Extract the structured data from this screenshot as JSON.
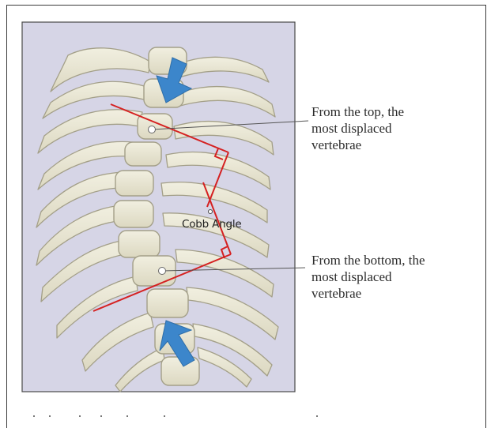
{
  "diagram": {
    "callouts": {
      "top": "From the top, the\nmost displaced\nvertebrae",
      "bottom": "From the bottom, the\nmost displaced\nvertebrae"
    },
    "angle_label": "Cobb Angle"
  },
  "colors": {
    "panel_background": "#d6d5e6",
    "bone_fill": "#e9e6d4",
    "bone_stroke": "#a39f88",
    "measure_line": "#d52121",
    "arrow_fill": "#3c86cb",
    "leader_line": "#555555"
  }
}
